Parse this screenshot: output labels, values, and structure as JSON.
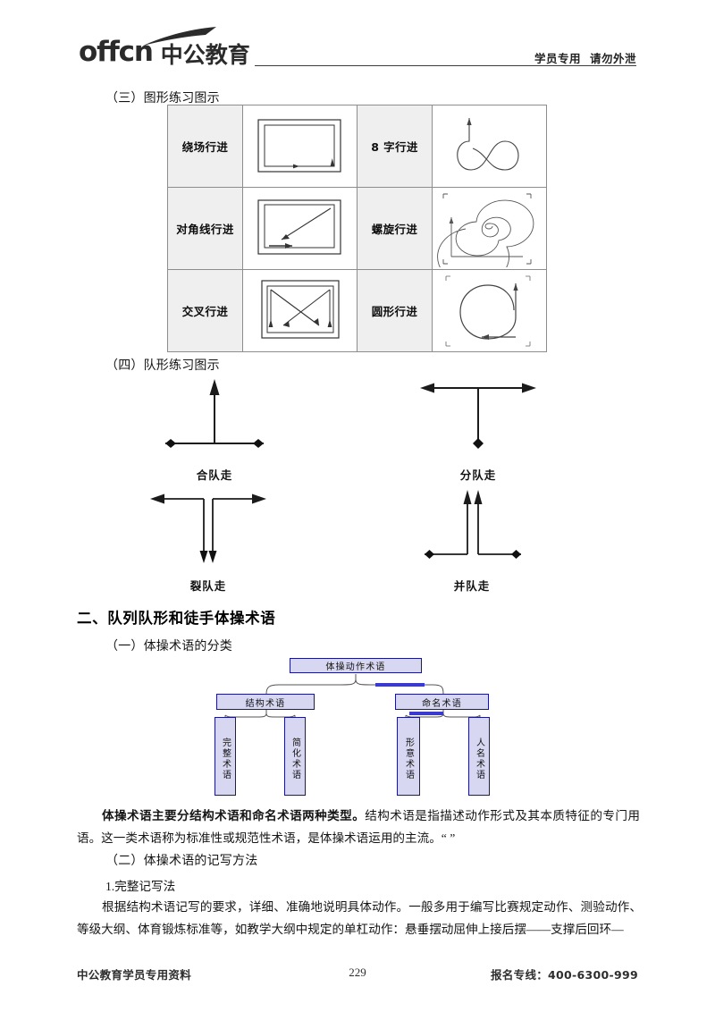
{
  "header": {
    "logo_latin": "offcn",
    "logo_cn": "中公教育",
    "note_1": "学员专用",
    "note_2": "请勿外泄"
  },
  "section_three": {
    "label": "（三）图形练习图示",
    "table": {
      "rows": [
        {
          "left_label": "绕场行进",
          "left_figure": "rectangle-loop-path",
          "right_label": "8 字行进",
          "right_figure": "figure-eight-path"
        },
        {
          "left_label": "对角线行进",
          "left_figure": "diagonal-path",
          "right_label": "螺旋行进",
          "right_figure": "spiral-path"
        },
        {
          "left_label": "交叉行进",
          "left_figure": "cross-path",
          "right_label": "圆形行进",
          "right_figure": "circle-path"
        }
      ]
    }
  },
  "section_four": {
    "label": "（四）队形练习图示",
    "figures": [
      {
        "caption": "合队走",
        "shape": "t-up-merge"
      },
      {
        "caption": "分队走",
        "shape": "t-down-split"
      },
      {
        "caption": "裂队走",
        "shape": "double-down-split"
      },
      {
        "caption": "并队走",
        "shape": "double-up-merge"
      }
    ]
  },
  "section_two": {
    "heading": "二、队列队形和徒手体操术语",
    "sub_one_label": "（一）体操术语的分类",
    "sub_two_label": "（二）体操术语的记写方法",
    "hierarchy": {
      "root": "体操动作术语",
      "level2": [
        "结构术语",
        "命名术语"
      ],
      "level3": [
        "完整术语",
        "简化术语",
        "形意术语",
        "人名术语"
      ],
      "box_fill": "#d7d7f2",
      "box_border": "#17178a"
    },
    "paragraph_1_bold": "体操术语主要分结构术语和命名术语两种类型。",
    "paragraph_1_rest": "结构术语是指描述动作形式及其本质特征的专门用语。这一类术语称为标准性或规范性术语，是体操术语运用的主流。“ ”",
    "sub_item_1": "1.完整记写法",
    "paragraph_2": "根据结构术语记写的要求，详细、准确地说明具体动作。一般多用于编写比赛规定动作、测验动作、等级大纲、体育锻炼标准等，如教学大纲中规定的单杠动作：悬垂摆动屈伸上接后摆——支撑后回环—"
  },
  "footer": {
    "left": "中公教育学员专用资料",
    "page_number": "229",
    "right": "报名专线：400-6300-999"
  }
}
